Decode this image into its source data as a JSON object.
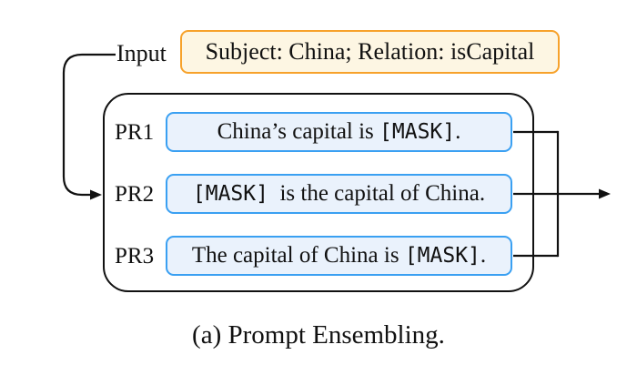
{
  "figure": {
    "input_label": "Input",
    "input_box_text": "Subject: China; Relation: isCapital",
    "prompts": [
      {
        "id": "PR1",
        "pre": "China’s capital is ",
        "mask": "[MASK]",
        "post": "."
      },
      {
        "id": "PR2",
        "pre": "",
        "mask": "[MASK]",
        "post": "  is the capital of China."
      },
      {
        "id": "PR3",
        "pre": "The capital of China is ",
        "mask": "[MASK]",
        "post": "."
      }
    ],
    "caption": "(a) Prompt Ensembling."
  },
  "colors": {
    "input_border": "#F7A22B",
    "input_background": "#FDF6E3",
    "prompt_border": "#3AA0F2",
    "prompt_background": "#EAF2FC",
    "line": "#111111"
  }
}
